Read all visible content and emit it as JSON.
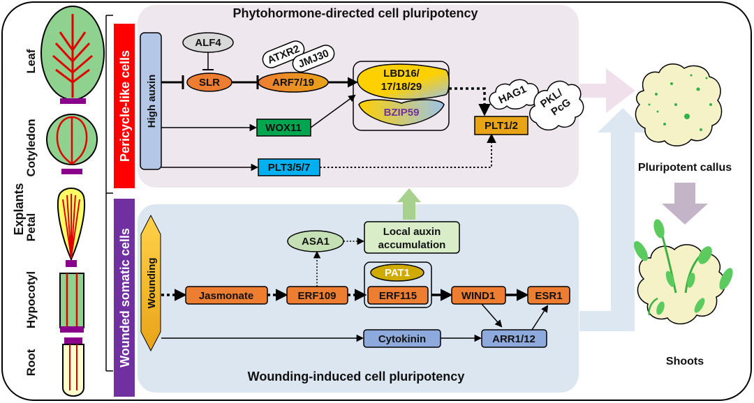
{
  "colors": {
    "top_panel": "#efe7ee",
    "bottom_panel": "#dbe6f1",
    "red_bar": "#ff0000",
    "purple_bar": "#7030a0",
    "orange_node": "#ed7d31",
    "green_node": "#00a550",
    "blue_node": "#00b0f0",
    "gold_node": "#e8a317",
    "gray_blue_node": "#8ea9db",
    "leaf_green": "#8fd18f",
    "vein_red": "#e00000",
    "base_purple": "#8b008b"
  },
  "titles": {
    "top": "Phytohormone-directed cell pluripotency",
    "bottom": "Wounding-induced cell pluripotency"
  },
  "side_labels": {
    "explants": "Explants",
    "pericycle": "Pericycle-like cells",
    "wounded": "Wounded somatic cells",
    "high_auxin": "High auxin",
    "wounding": "Wounding"
  },
  "explants": [
    "Leaf",
    "Cotyledon",
    "Petal",
    "Hypocotyl",
    "Root"
  ],
  "nodes": {
    "alf4": "ALF4",
    "slr": "SLR",
    "atxr2": "ATXR2",
    "jmj30": "JMJ30",
    "arf": "ARF7/19",
    "lbd_1": "LBD16/",
    "lbd_2": "17/18/29",
    "bzip": "BZIP59",
    "wox11": "WOX11",
    "plt357": "PLT3/5/7",
    "plt12": "PLT1/2",
    "hag1": "HAG1",
    "pkl_1": "PKL/",
    "pkl_2": "PcG",
    "asa1": "ASA1",
    "local_1": "Local auxin",
    "local_2": "accumulation",
    "pat1": "PAT1",
    "jasmonate": "Jasmonate",
    "erf109": "ERF109",
    "erf115": "ERF115",
    "wind1": "WIND1",
    "esr1": "ESR1",
    "cytokinin": "Cytokinin",
    "arr": "ARR1/12"
  },
  "outcomes": {
    "callus": "Pluripotent callus",
    "shoots": "Shoots"
  }
}
